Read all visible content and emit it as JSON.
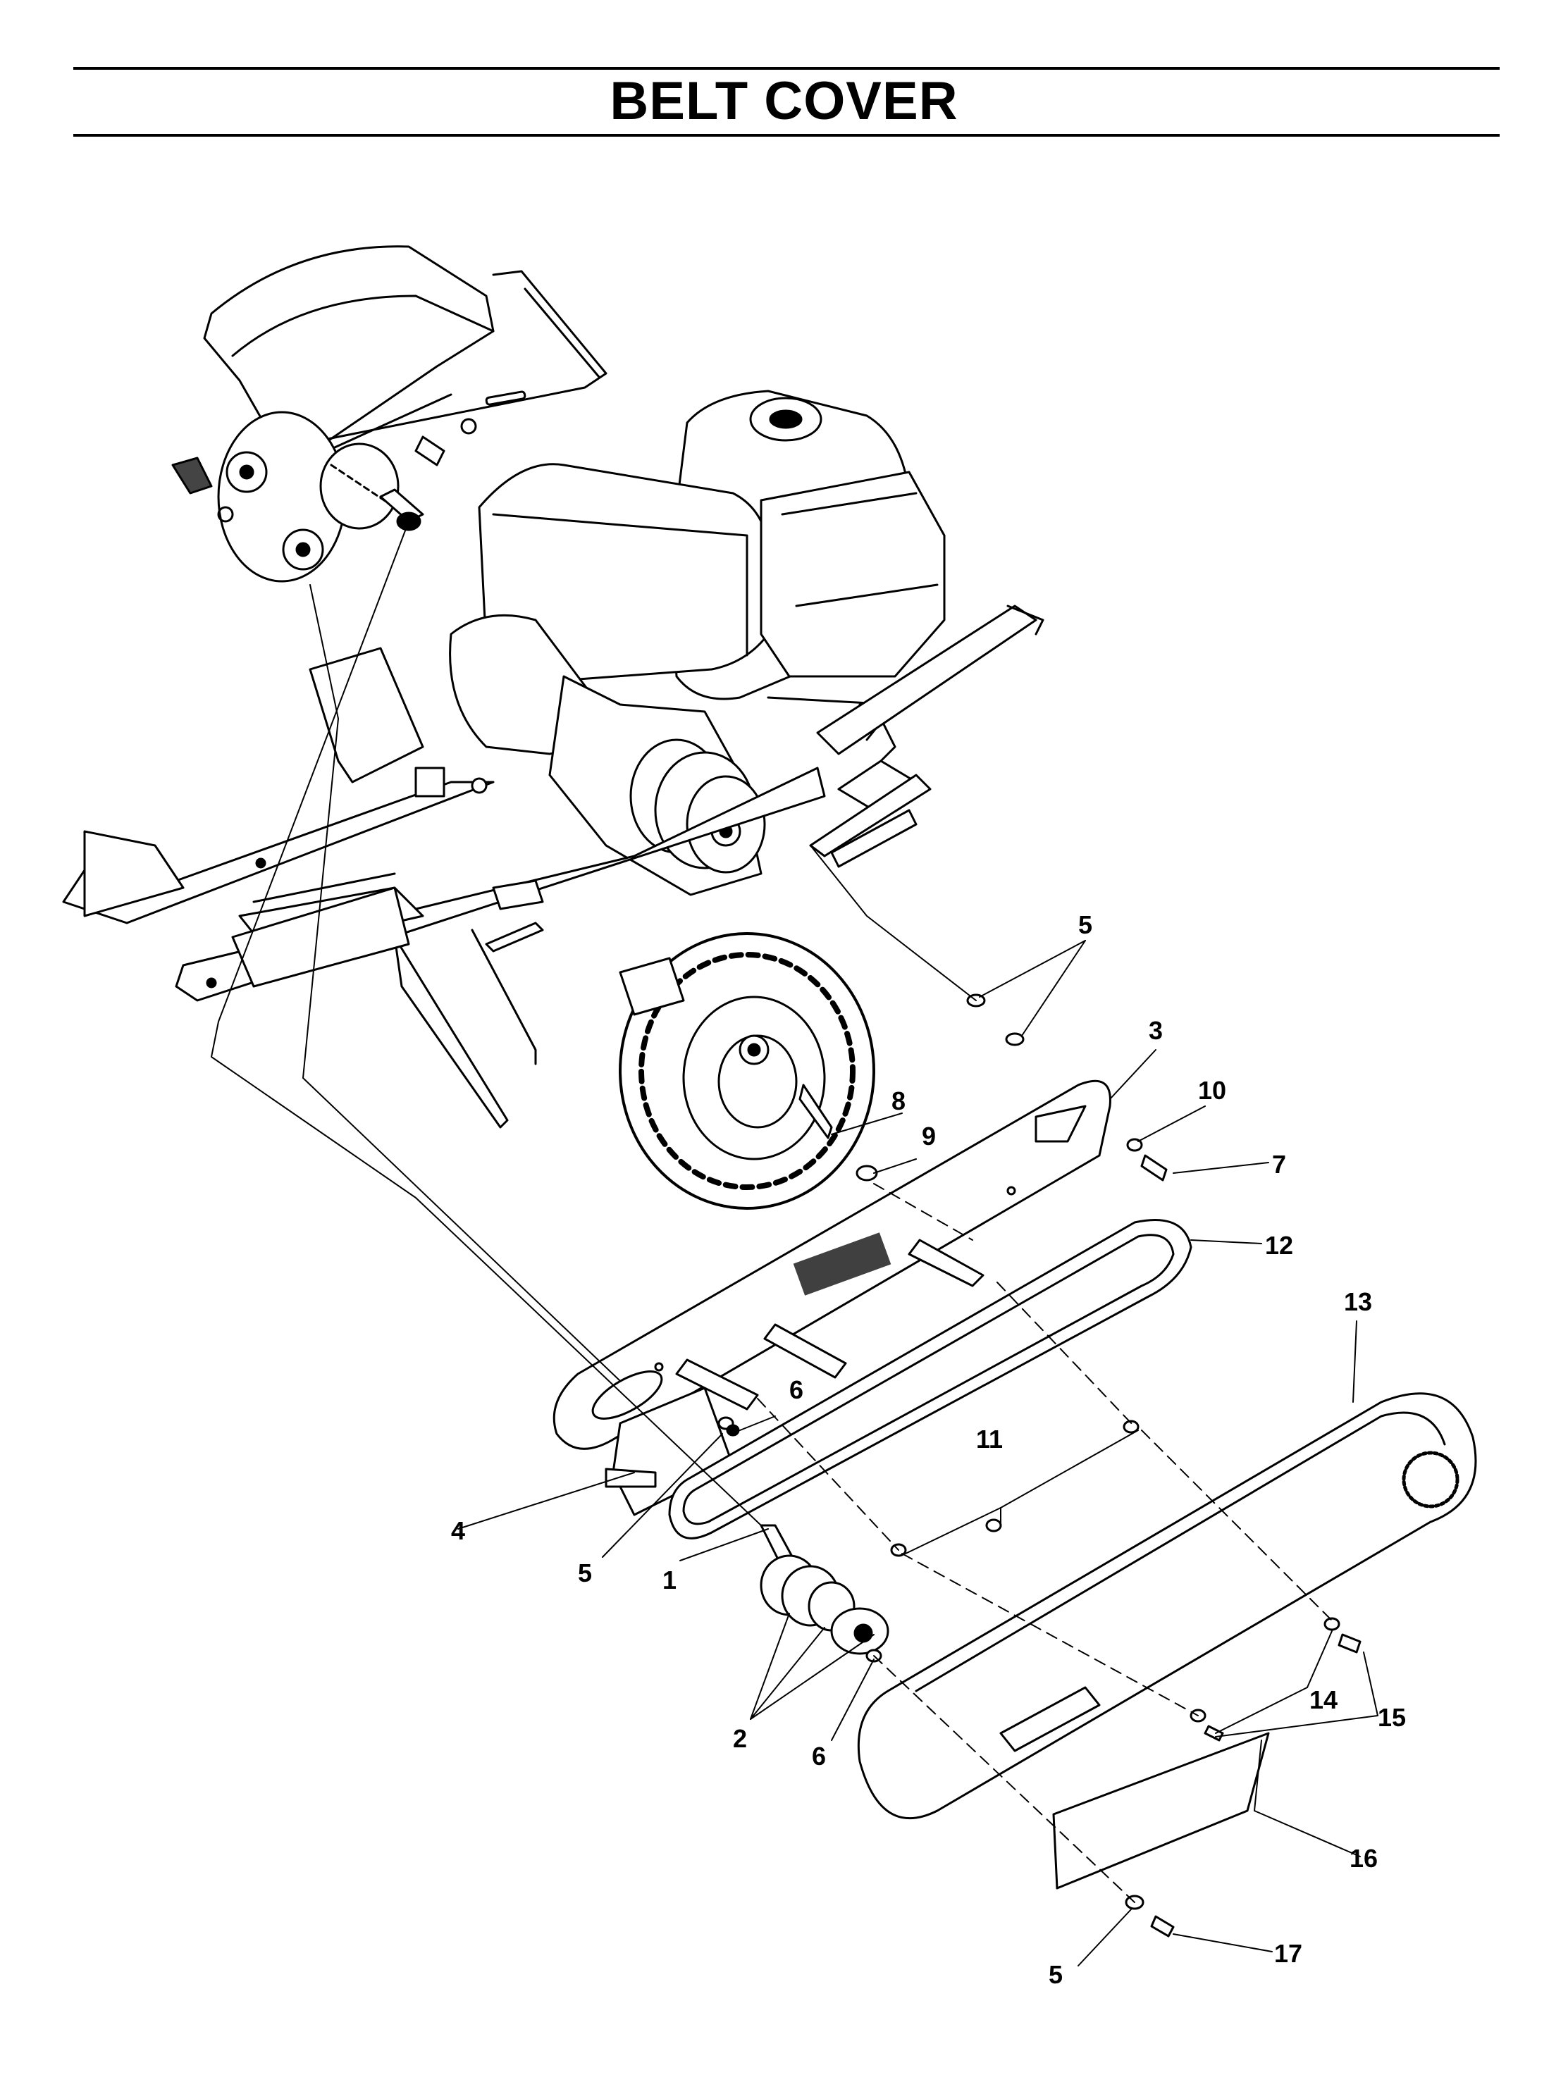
{
  "title": "BELT COVER",
  "callouts": [
    {
      "id": "c1",
      "label": "1"
    },
    {
      "id": "c2",
      "label": "2"
    },
    {
      "id": "c3",
      "label": "3"
    },
    {
      "id": "c4",
      "label": "4"
    },
    {
      "id": "c5a",
      "label": "5"
    },
    {
      "id": "c5b",
      "label": "5"
    },
    {
      "id": "c5c",
      "label": "5"
    },
    {
      "id": "c6a",
      "label": "6"
    },
    {
      "id": "c6b",
      "label": "6"
    },
    {
      "id": "c7",
      "label": "7"
    },
    {
      "id": "c8",
      "label": "8"
    },
    {
      "id": "c9",
      "label": "9"
    },
    {
      "id": "c10",
      "label": "10"
    },
    {
      "id": "c11",
      "label": "11"
    },
    {
      "id": "c12",
      "label": "12"
    },
    {
      "id": "c13",
      "label": "13"
    },
    {
      "id": "c14",
      "label": "14"
    },
    {
      "id": "c15",
      "label": "15"
    },
    {
      "id": "c16",
      "label": "16"
    },
    {
      "id": "c17",
      "label": "17"
    }
  ]
}
